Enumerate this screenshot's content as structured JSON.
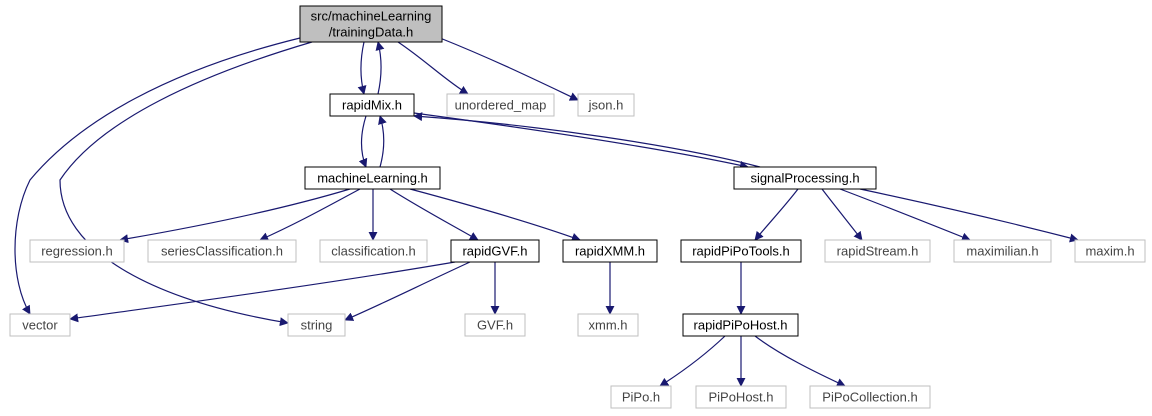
{
  "nodes": [
    {
      "id": "root",
      "lines": [
        "src/machineLearning",
        "/trainingData.h"
      ],
      "style": "root"
    },
    {
      "id": "rapidMix",
      "lines": [
        "rapidMix.h"
      ],
      "style": "std"
    },
    {
      "id": "unordered_map",
      "lines": [
        "unordered_map"
      ],
      "style": "ext"
    },
    {
      "id": "json",
      "lines": [
        "json.h"
      ],
      "style": "ext"
    },
    {
      "id": "machineLearning",
      "lines": [
        "machineLearning.h"
      ],
      "style": "std"
    },
    {
      "id": "signalProcessing",
      "lines": [
        "signalProcessing.h"
      ],
      "style": "std"
    },
    {
      "id": "regression",
      "lines": [
        "regression.h"
      ],
      "style": "ext"
    },
    {
      "id": "seriesClassification",
      "lines": [
        "seriesClassification.h"
      ],
      "style": "ext"
    },
    {
      "id": "classification",
      "lines": [
        "classification.h"
      ],
      "style": "ext"
    },
    {
      "id": "rapidGVF",
      "lines": [
        "rapidGVF.h"
      ],
      "style": "std"
    },
    {
      "id": "rapidXMM",
      "lines": [
        "rapidXMM.h"
      ],
      "style": "std"
    },
    {
      "id": "rapidPiPoTools",
      "lines": [
        "rapidPiPoTools.h"
      ],
      "style": "std"
    },
    {
      "id": "rapidStream",
      "lines": [
        "rapidStream.h"
      ],
      "style": "ext"
    },
    {
      "id": "maximilian",
      "lines": [
        "maximilian.h"
      ],
      "style": "ext"
    },
    {
      "id": "maxim",
      "lines": [
        "maxim.h"
      ],
      "style": "ext"
    },
    {
      "id": "vector",
      "lines": [
        "vector"
      ],
      "style": "ext"
    },
    {
      "id": "string",
      "lines": [
        "string"
      ],
      "style": "ext"
    },
    {
      "id": "GVF",
      "lines": [
        "GVF.h"
      ],
      "style": "ext"
    },
    {
      "id": "xmm",
      "lines": [
        "xmm.h"
      ],
      "style": "ext"
    },
    {
      "id": "rapidPiPoHost",
      "lines": [
        "rapidPiPoHost.h"
      ],
      "style": "std"
    },
    {
      "id": "PiPo",
      "lines": [
        "PiPo.h"
      ],
      "style": "ext"
    },
    {
      "id": "PiPoHost",
      "lines": [
        "PiPoHost.h"
      ],
      "style": "ext"
    },
    {
      "id": "PiPoCollection",
      "lines": [
        "PiPoCollection.h"
      ],
      "style": "ext"
    }
  ],
  "edges": [
    {
      "from": "root",
      "to": "rapidMix"
    },
    {
      "from": "rapidMix",
      "to": "root"
    },
    {
      "from": "root",
      "to": "unordered_map"
    },
    {
      "from": "root",
      "to": "json"
    },
    {
      "from": "root",
      "to": "vector"
    },
    {
      "from": "root",
      "to": "string"
    },
    {
      "from": "rapidMix",
      "to": "machineLearning"
    },
    {
      "from": "machineLearning",
      "to": "rapidMix"
    },
    {
      "from": "rapidMix",
      "to": "signalProcessing"
    },
    {
      "from": "signalProcessing",
      "to": "rapidMix"
    },
    {
      "from": "machineLearning",
      "to": "regression"
    },
    {
      "from": "machineLearning",
      "to": "seriesClassification"
    },
    {
      "from": "machineLearning",
      "to": "classification"
    },
    {
      "from": "machineLearning",
      "to": "rapidGVF"
    },
    {
      "from": "machineLearning",
      "to": "rapidXMM"
    },
    {
      "from": "rapidGVF",
      "to": "vector"
    },
    {
      "from": "rapidGVF",
      "to": "string"
    },
    {
      "from": "rapidGVF",
      "to": "GVF"
    },
    {
      "from": "rapidXMM",
      "to": "xmm"
    },
    {
      "from": "signalProcessing",
      "to": "rapidPiPoTools"
    },
    {
      "from": "signalProcessing",
      "to": "rapidStream"
    },
    {
      "from": "signalProcessing",
      "to": "maximilian"
    },
    {
      "from": "signalProcessing",
      "to": "maxim"
    },
    {
      "from": "rapidPiPoTools",
      "to": "rapidPiPoHost"
    },
    {
      "from": "rapidPiPoHost",
      "to": "PiPo"
    },
    {
      "from": "rapidPiPoHost",
      "to": "PiPoHost"
    },
    {
      "from": "rapidPiPoHost",
      "to": "PiPoCollection"
    }
  ]
}
